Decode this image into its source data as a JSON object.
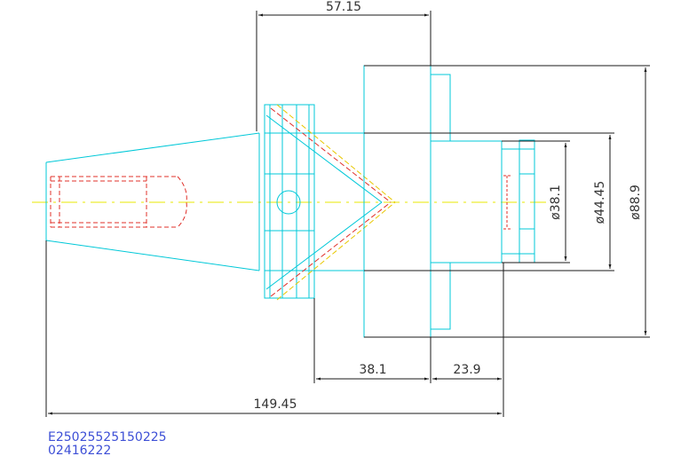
{
  "dimensions": {
    "top_length": "57.15",
    "dia_small": "ø38.1",
    "dia_mid": "ø44.45",
    "dia_large": "ø88.9",
    "flange_length": "38.1",
    "step_length": "23.9",
    "total_length": "149.45"
  },
  "codes": {
    "line1": "E25025525150225",
    "line2": "02416222"
  },
  "colors": {
    "outline": "#00c8d8",
    "hidden": "#e0302a",
    "centerline": "#e8e800",
    "dimension": "#1a1a1a",
    "code_text": "#3d4fd6"
  }
}
